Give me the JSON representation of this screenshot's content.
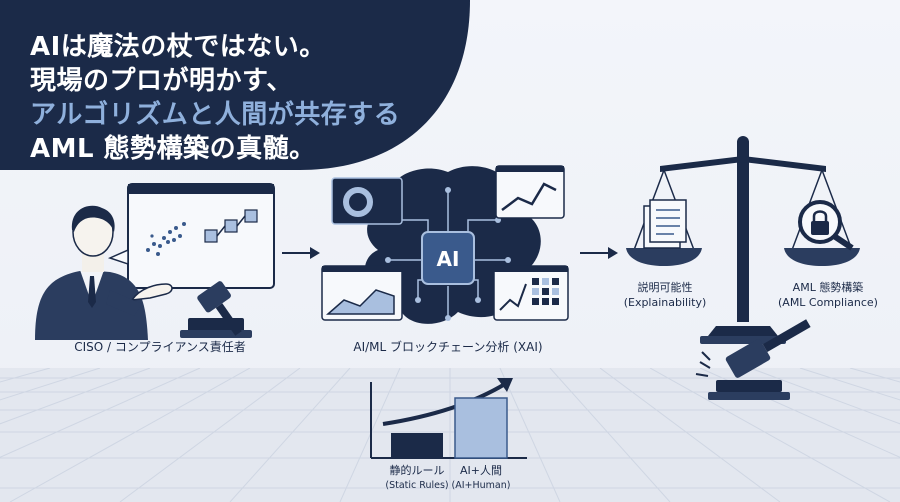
{
  "headline": {
    "line1": "AIは魔法の杖ではない。",
    "line2": "現場のプロが明かす、",
    "line3": "アルゴリズムと人間が共存する",
    "line4": "AML 態勢構築の真髄。"
  },
  "roles": {
    "ciso_label": "CISO / コンプライアンス責任者",
    "ai_label": "AI/ML ブロックチェーン分析 (XAI)",
    "chip_text": "AI"
  },
  "balance": {
    "left_title": "説明可能性",
    "left_sub": "(Explainability)",
    "right_title": "AML 態勢構築",
    "right_sub": "(AML Compliance)"
  },
  "chart_data": {
    "type": "bar",
    "categories": [
      "静的ルール",
      "AI+人間"
    ],
    "category_subtitles": [
      "(Static Rules)",
      "(AI+Human)"
    ],
    "values": [
      1,
      2.4
    ],
    "trend_arrow": "up",
    "title": "",
    "xlabel": "",
    "ylabel": ""
  },
  "colors": {
    "navy": "#1b2a48",
    "mid_blue": "#3a5a8c",
    "light_blue": "#a9bfdf",
    "headline_accent": "#8fb0dc"
  }
}
